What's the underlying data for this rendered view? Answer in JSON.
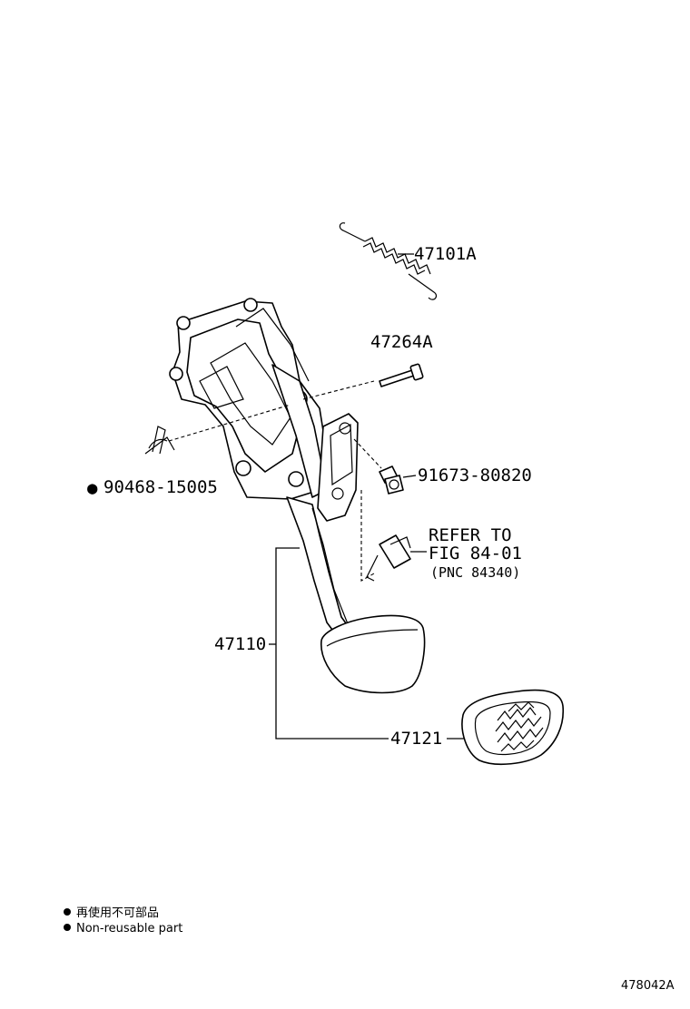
{
  "parts": {
    "spring": "47101A",
    "pin": "47264A",
    "clip": "90468-15005",
    "bolt": "91673-80820",
    "pedal_arm": "47110",
    "pedal_pad": "47121"
  },
  "clip_marker": "●",
  "refer": {
    "line1": "REFER TO",
    "line2": "FIG 84-01",
    "line3": "(PNC 84340)"
  },
  "notes": {
    "jp": "再使用不可部品",
    "en": "Non-reusable part"
  },
  "figure_number": "478042A"
}
